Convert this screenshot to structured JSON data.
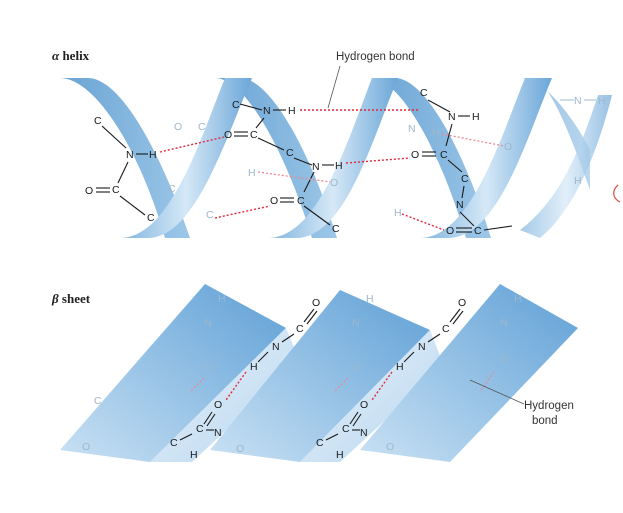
{
  "alpha_label": {
    "greek": "α",
    "text": " helix"
  },
  "beta_label": {
    "greek": "β",
    "text": " sheet"
  },
  "alpha_callout": "Hydrogen bond",
  "beta_callout_line1": "Hydrogen",
  "beta_callout_line2": "bond",
  "atoms": {
    "C": "C",
    "N": "N",
    "H": "H",
    "O": "O"
  },
  "colors": {
    "ribbon_light": "#cfe4f6",
    "ribbon_dark": "#4f93cc",
    "hbond": "#e0263b"
  }
}
